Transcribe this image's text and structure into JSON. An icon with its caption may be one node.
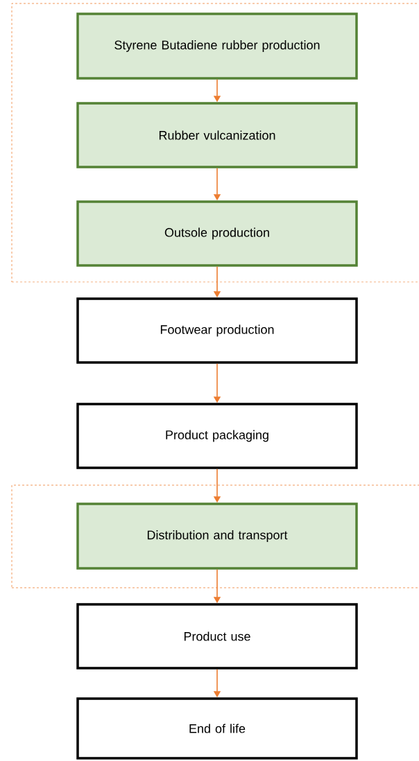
{
  "diagram": {
    "nodes": [
      {
        "text": [],
        "shape": "box"
      },
      {
        "text": [
          "Styrene Butadiene rubber production"
        ],
        "in": 0
      },
      {
        "text": [
          "Rubber vulcanization"
        ],
        "in": 0
      },
      {
        "text": [
          "Outsole production"
        ],
        "in": 0
      },
      {
        "text": [
          "Footwear production"
        ]
      },
      {
        "text": [
          "Product packaging"
        ]
      },
      {
        "text": [],
        "shape": "box"
      },
      {
        "text": [
          "Distribution and transport"
        ],
        "in": 6
      },
      {
        "text": [
          "Product use"
        ]
      },
      {
        "text": [
          "End of life"
        ]
      }
    ],
    "edges": [
      {
        "from": 1,
        "to": 2,
        "arrow": "to"
      },
      {
        "from": 2,
        "to": 3,
        "arrow": "to"
      },
      {
        "from": 3,
        "to": 4,
        "arrow": "to"
      },
      {
        "from": 4,
        "to": 5,
        "arrow": "to"
      },
      {
        "from": 5,
        "to": 7,
        "arrow": "to"
      },
      {
        "from": 7,
        "to": 8,
        "arrow": "to"
      },
      {
        "from": 8,
        "to": 9,
        "arrow": "to"
      }
    ]
  }
}
